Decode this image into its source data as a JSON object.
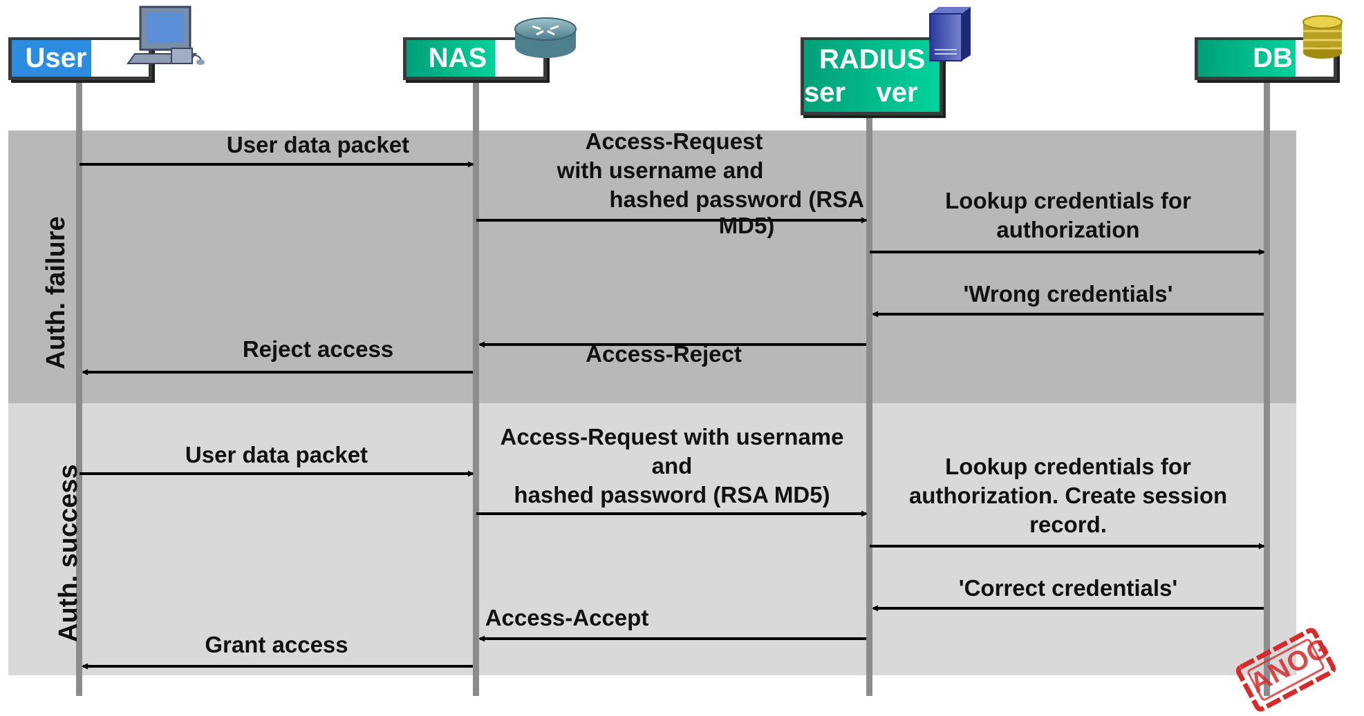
{
  "participants": {
    "user": "User",
    "nas": "NAS",
    "radius_line1": "RADIUS",
    "radius_line2": "ser    ver",
    "db": "DB"
  },
  "phases": {
    "failure": "Auth. failure",
    "success": "Auth. success"
  },
  "failure_messages": {
    "m1": "User data packet",
    "m2_l1": "Access-Request",
    "m2_l2": "with username and",
    "m2_l3": "hashed password (RSA",
    "m2_l4": "MD5)",
    "m3_l1": "Lookup credentials for",
    "m3_l2": "authorization",
    "m4": "'Wrong credentials'",
    "m5": "Access-Reject",
    "m6": "Reject access"
  },
  "success_messages": {
    "m1": "User data packet",
    "m2_l1": "Access-Request with username",
    "m2_l2": "and",
    "m2_l3": "hashed password (RSA MD5)",
    "m3_l1": "Lookup credentials for",
    "m3_l2": "authorization. Create session",
    "m3_l3": "record.",
    "m4": "'Correct credentials'",
    "m5": "Access-Accept",
    "m6": "Grant access"
  },
  "stamp": "ANOG",
  "colors": {
    "user_box": "#2b8ce0",
    "entity_box": "#00a07a",
    "failure_band": "#b8b8b8",
    "success_band": "#d9d9d9",
    "lifeline": "#8c8c8c",
    "stamp": "#d42b2b"
  },
  "icons": [
    "computer-icon",
    "router-icon",
    "server-icon",
    "database-icon"
  ]
}
